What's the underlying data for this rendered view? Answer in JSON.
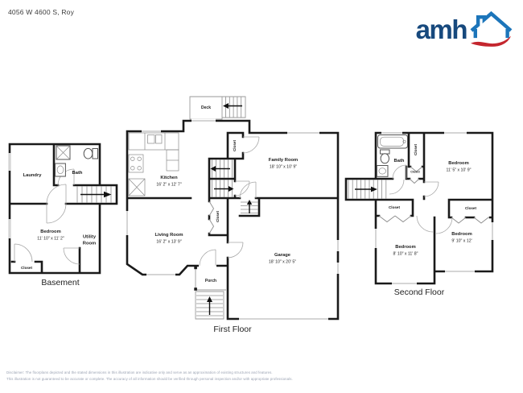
{
  "header": {
    "address": "4056 W 4600 S, Roy",
    "logo": {
      "text": "amh",
      "navy": "#17497d",
      "blue": "#1c75ba",
      "red": "#c4262e"
    }
  },
  "floors": {
    "basement": {
      "label": "Basement",
      "rooms": {
        "laundry": {
          "name": "Laundry"
        },
        "bath": {
          "name": "Bath"
        },
        "bedroom": {
          "name": "Bedroom",
          "dims": "11' 10\" x 11' 2\""
        },
        "utility": {
          "name": "Utility Room"
        },
        "closet": {
          "name": "Closet"
        }
      }
    },
    "first": {
      "label": "First Floor",
      "rooms": {
        "deck": {
          "name": "Deck"
        },
        "kitchen": {
          "name": "Kitchen",
          "dims": "16' 2\" x 12' 7\""
        },
        "family": {
          "name": "Family Room",
          "dims": "18' 10\" x 10' 9\""
        },
        "living": {
          "name": "Living Room",
          "dims": "16' 2\" x 13' 9\""
        },
        "garage": {
          "name": "Garage",
          "dims": "18' 10\" x 20' 5\""
        },
        "porch": {
          "name": "Porch"
        },
        "closet_upper": {
          "name": "Closet"
        },
        "closet_lower": {
          "name": "Closet"
        }
      }
    },
    "second": {
      "label": "Second Floor",
      "rooms": {
        "bath": {
          "name": "Bath"
        },
        "closet_top": {
          "name": "Closet"
        },
        "closet_hall": {
          "name": "Closet"
        },
        "bedroom_top": {
          "name": "Bedroom",
          "dims": "11' 5\" x 10' 9\""
        },
        "closet_left": {
          "name": "Closet"
        },
        "closet_right": {
          "name": "Closet"
        },
        "bedroom_left": {
          "name": "Bedroom",
          "dims": "8' 10\" x 11' 8\""
        },
        "bedroom_right": {
          "name": "Bedroom",
          "dims": "9' 10\" x 12'"
        }
      }
    }
  },
  "icons": {
    "logo-house-icon": "blue house outline with red swoosh",
    "basement-stairs-arrow": "right",
    "deck-stairs-arrow": "left",
    "main-stairs-upper-arrow": "left",
    "main-stairs-lower-arrow": "right",
    "basement-access-stairs-arrow": "up",
    "porch-stairs-arrow": "up",
    "second-floor-stairs-arrow": "right"
  },
  "disclaimer": {
    "line1": "Disclaimer: The floorplans depicted and the stated dimensions in this illustration are indicative only and serve as an approximation of existing structures and features.",
    "line2": "This illustration is not guaranteed to be accurate or complete. The accuracy of all information should be verified through personal inspection and/or with appropriate professionals."
  }
}
